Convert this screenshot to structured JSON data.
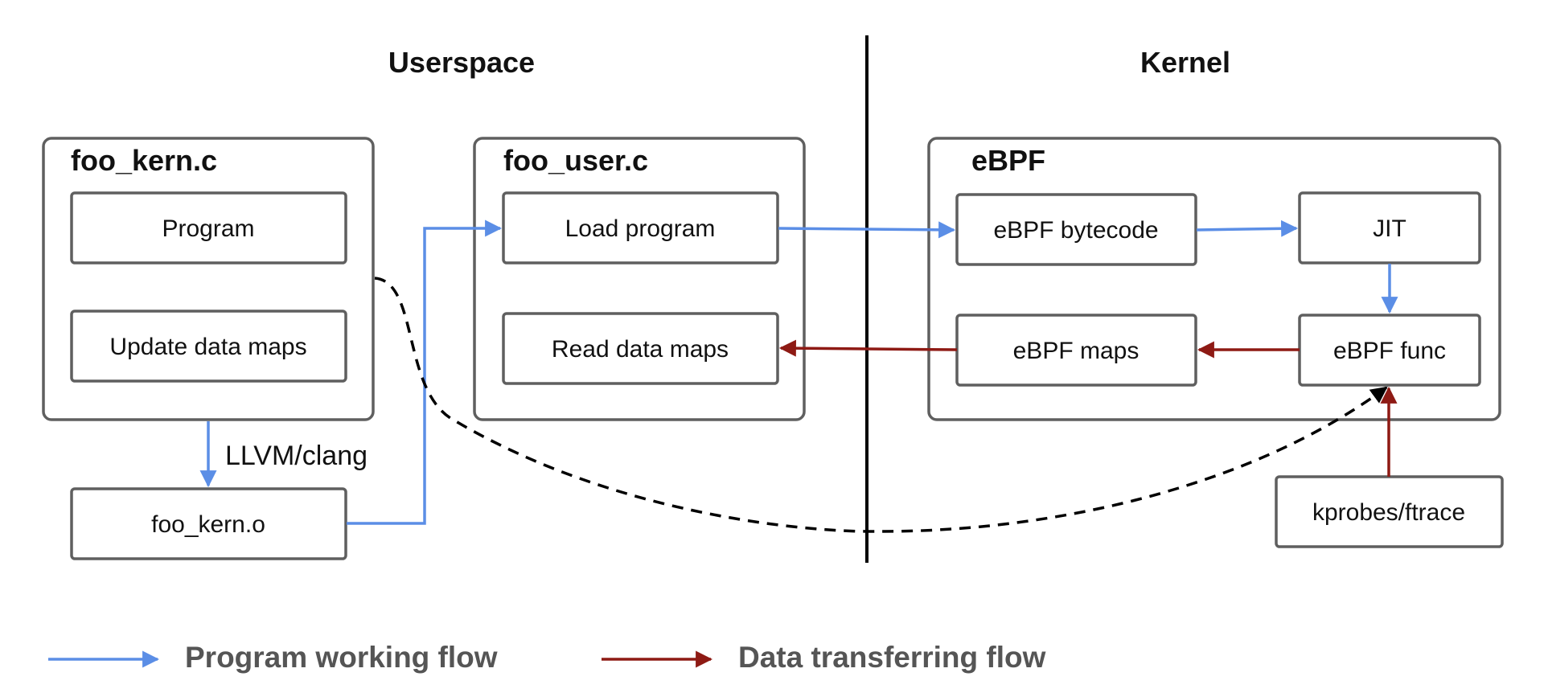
{
  "headings": {
    "userspace": "Userspace",
    "kernel": "Kernel"
  },
  "groups": {
    "foo_kern": "foo_kern.c",
    "foo_user": "foo_user.c",
    "ebpf": "eBPF"
  },
  "nodes": {
    "program": "Program",
    "update_maps": "Update data maps",
    "foo_kern_o": "foo_kern.o",
    "load_program": "Load program",
    "read_maps": "Read data maps",
    "bytecode": "eBPF bytecode",
    "jit": "JIT",
    "ebpf_maps": "eBPF maps",
    "ebpf_func": "eBPF func",
    "kprobes": "kprobes/ftrace"
  },
  "edges": {
    "compile_label": "LLVM/clang"
  },
  "legend": {
    "program_flow": "Program working flow",
    "data_flow": "Data transferring flow"
  },
  "colors": {
    "program_flow": "#5b8ee6",
    "data_flow": "#8e1a14",
    "box_stroke": "#5f5f5f",
    "divider": "#000000",
    "legend_text": "#555555"
  }
}
